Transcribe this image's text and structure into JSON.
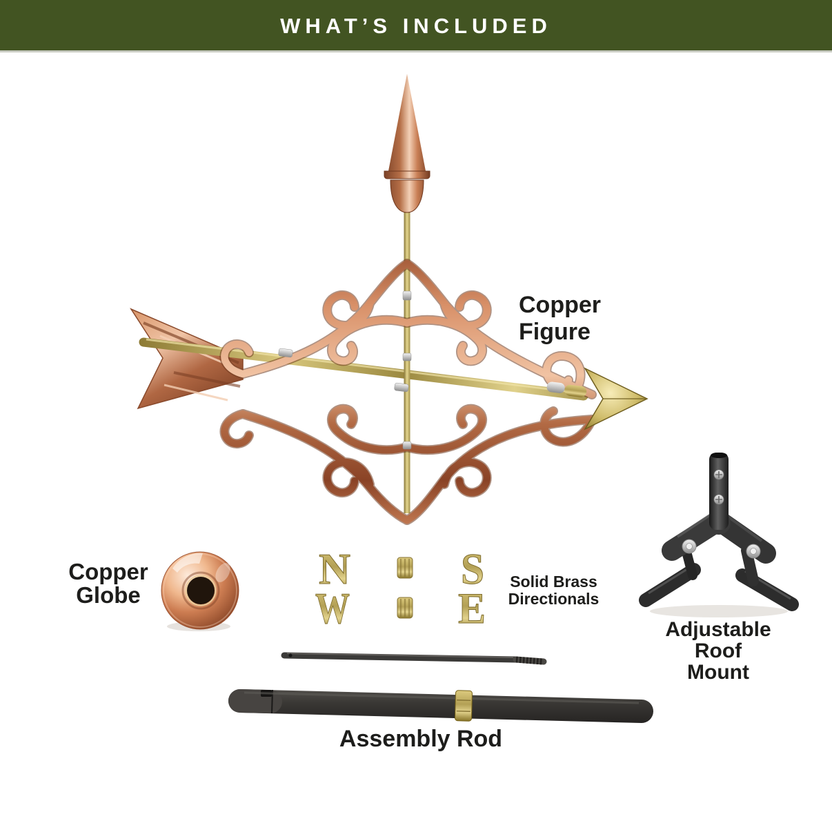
{
  "header": {
    "title": "WHAT’S INCLUDED"
  },
  "sections": {
    "copper_figure": {
      "label": "Copper Figure"
    },
    "copper_globe": {
      "label_line1": "Copper",
      "label_line2": "Globe"
    },
    "brass_directionals": {
      "label_line1": "Solid Brass",
      "label_line2": "Directionals",
      "north": "N",
      "south": "S",
      "west": "W",
      "east": "E"
    },
    "roof_mount": {
      "label_line1": "Adjustable",
      "label_line2": "Roof",
      "label_line3": "Mount"
    },
    "assembly_rod": {
      "label": "Assembly Rod"
    }
  },
  "colors": {
    "header_bg": "#425422",
    "header_text": "#ffffff",
    "label_text": "#1d1d1b",
    "copper": "#b9714b",
    "brass": "#b3a055",
    "dark_metal": "#2f2f2f"
  }
}
